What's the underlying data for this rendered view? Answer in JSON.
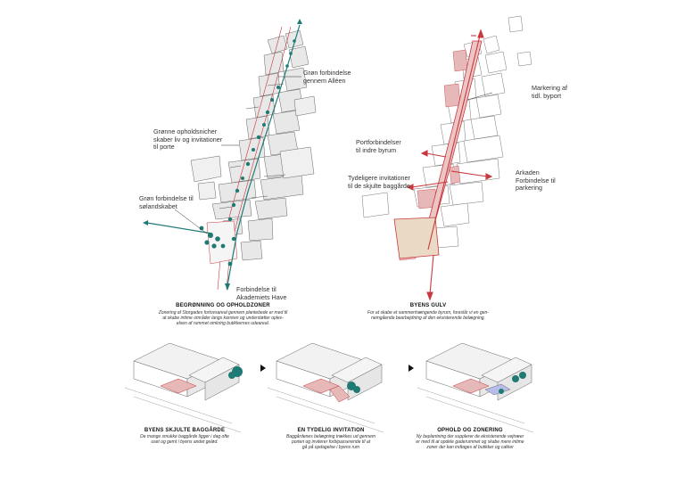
{
  "left_map": {
    "labels": {
      "green_alle": "Grøn forbindelse\ngennem Alléen",
      "green_niches": "Grønne opholdsnicher\nskaber liv og invitationer\ntil porte",
      "green_soland": "Grøn forbindelse til\nsølandskabet",
      "akademi": "Forbindelse til\nAkademiets Have"
    },
    "caption_title": "BEGRØNNING OG OPHOLDZONER",
    "caption_body": "Zonering af Storgades fortovsareal gennem plantebede er med til\nat skabe intime områder langs karréen og understøtter oplev-\nelsen af rummet omkring butikkernes udeareal."
  },
  "right_map": {
    "labels": {
      "markering": "Markering af\ntidl. byport",
      "portforbindelser": "Portforbindelser\ntil indre byrum",
      "tydeligere": "Tydeligere invitationer\ntil de skjulte baggårde",
      "arkaden": "Arkaden\nForbindelse til\nparkering"
    },
    "caption_title": "BYENS GULV",
    "caption_body": "For at skabe et sammenhængende byrum, foreslår vi en gen-\nnemgående bearbejdning af den eksisterende belægning."
  },
  "steps": [
    {
      "title": "BYENS SKJULTE BAGGÅRDE",
      "body": "De mange smukke baggårde ligger i dag ofte\nuset og gemt i byens andet gelød."
    },
    {
      "title": "EN TYDELIG INVITATION",
      "body": "Baggårdenes belægning trækkes ud gennem\nporten og inviterer forbipasserende til at\ngå på opdagelse i byens rum"
    },
    {
      "title": "OPHOLD OG ZONERING",
      "body": "Ny beplantning der supplerer de eksisterende vejtræer\ner med til at opdele gaderummet og skabe mere intime\nzoner der kan indtages af butikker og caféer"
    }
  ],
  "colors": {
    "green": "#1f7a74",
    "red": "#c8393f",
    "pink": "#e6b8b8",
    "gray": "#e5e5e5",
    "line": "#555555"
  },
  "icons": [
    "arrow-right-icon"
  ]
}
